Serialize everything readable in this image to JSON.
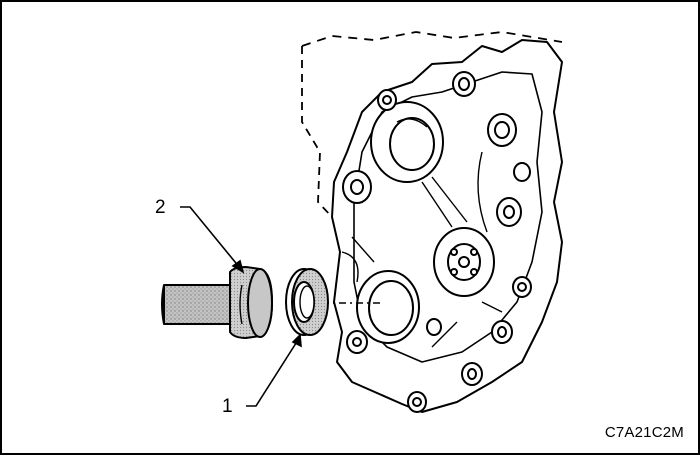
{
  "callouts": {
    "tool": "2",
    "seal": "1"
  },
  "figure_code": "C7A21C2M",
  "icons": {
    "tool": "seal-installer-tool-icon",
    "seal": "oil-seal-icon",
    "cover": "engine-front-cover-icon"
  },
  "colors": {
    "line": "#000000",
    "tool_fill": "#bdbdbd",
    "seal_fill": "#c8c8c8",
    "background": "#ffffff"
  }
}
